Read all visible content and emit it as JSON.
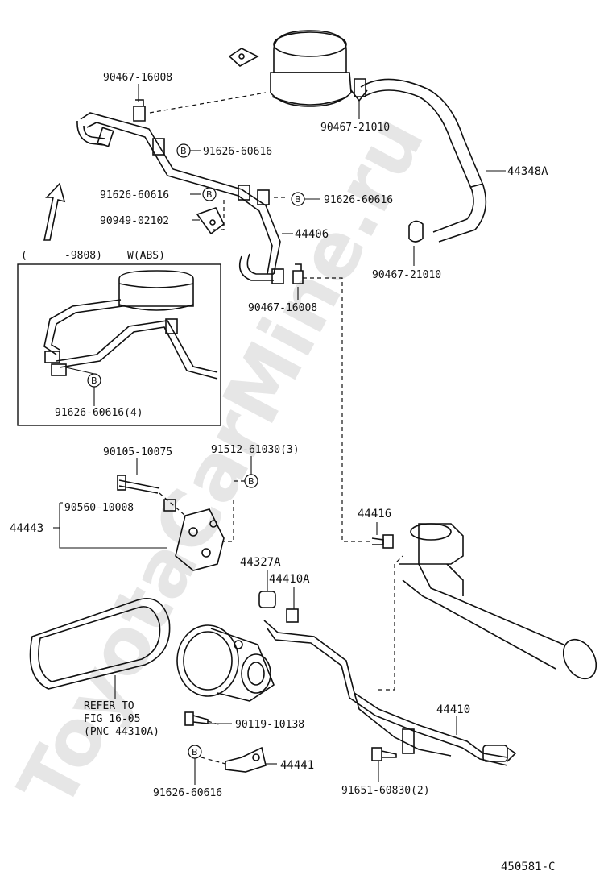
{
  "watermark": "ToyotaCarMine.ru",
  "inset": {
    "title_left": "(",
    "title_range": "-9808)",
    "title_variant": "W(ABS)",
    "label": "91626-60616(4)"
  },
  "bolt_symbol": "B",
  "labels": {
    "p90467_16008_top": "90467-16008",
    "p90467_21010_top": "90467-21010",
    "p91626_60616_a": "91626-60616",
    "p44348A": "44348A",
    "p91626_60616_b": "91626-60616",
    "p91626_60616_c": "91626-60616",
    "p90949_02102": "90949-02102",
    "p44406": "44406",
    "p90467_21010_bot": "90467-21010",
    "p90467_16008_bot": "90467-16008",
    "p90105_10075": "90105-10075",
    "p91512_61030": "91512-61030(3)",
    "p90560_10008": "90560-10008",
    "p44443": "44443",
    "p44416": "44416",
    "p44327A": "44327A",
    "p44410A": "44410A",
    "refer_1": "REFER TO",
    "refer_2": "FIG 16-05",
    "refer_3": "(PNC 44310A)",
    "p90119_10138": "90119-10138",
    "p44410": "44410",
    "p44441": "44441",
    "p91626_60616_d": "91626-60616",
    "p91651_60830": "91651-60830(2)",
    "figure_code": "450581-C"
  },
  "icons": [
    "up-arrow-icon",
    "bolt-b-icon"
  ]
}
